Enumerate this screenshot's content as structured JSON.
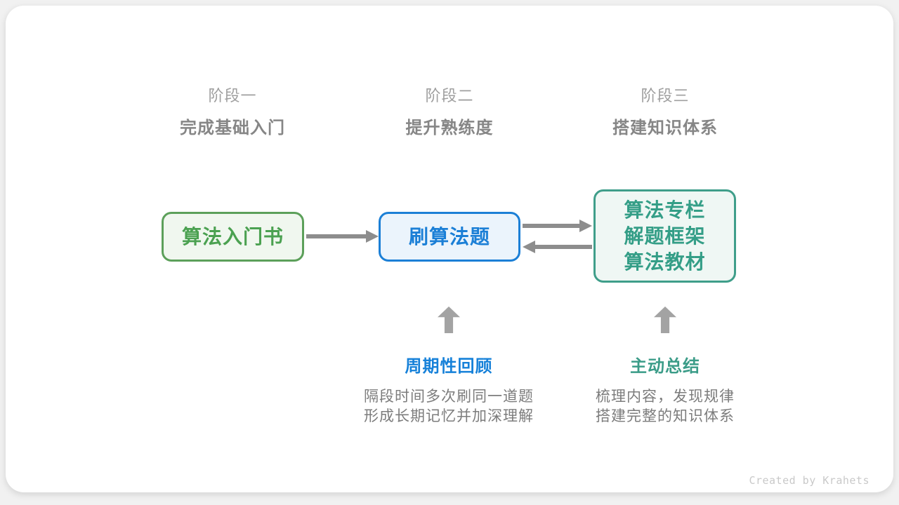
{
  "stages": [
    {
      "label": "阶段一",
      "title": "完成基础入门"
    },
    {
      "label": "阶段二",
      "title": "提升熟练度"
    },
    {
      "label": "阶段三",
      "title": "搭建知识体系"
    }
  ],
  "nodes": [
    {
      "lines": [
        "算法入门书"
      ],
      "accent": "#4ba151",
      "border": "#5ca05a",
      "fill": "#f0f7ef"
    },
    {
      "lines": [
        "刷算法题"
      ],
      "accent": "#1b7fd6",
      "border": "#1b7fd6",
      "fill": "#ebf4fc"
    },
    {
      "lines": [
        "算法专栏",
        "解题框架",
        "算法教材"
      ],
      "accent": "#349e87",
      "border": "#3f9e8a",
      "fill": "#eff7f4"
    }
  ],
  "annotations": [
    {
      "title": "周期性回顾",
      "title_color": "#1681d9",
      "desc_lines": [
        "隔段时间多次刷同一道题",
        "形成长期记忆并加深理解"
      ]
    },
    {
      "title": "主动总结",
      "title_color": "#3b9c88",
      "desc_lines": [
        "梳理内容，发现规律",
        "搭建完整的知识体系"
      ]
    }
  ],
  "credit": "Created by Krahets",
  "colors": {
    "page_background": "#f1f1f1",
    "card_background": "#ffffff",
    "stage_label": "#9f9f9f",
    "stage_title": "#868686",
    "flow_arrow": "#8d8d8d",
    "up_arrow": "#a3a3a3",
    "description_text": "#7c7c7c",
    "credit_text": "#c9c9c9"
  }
}
